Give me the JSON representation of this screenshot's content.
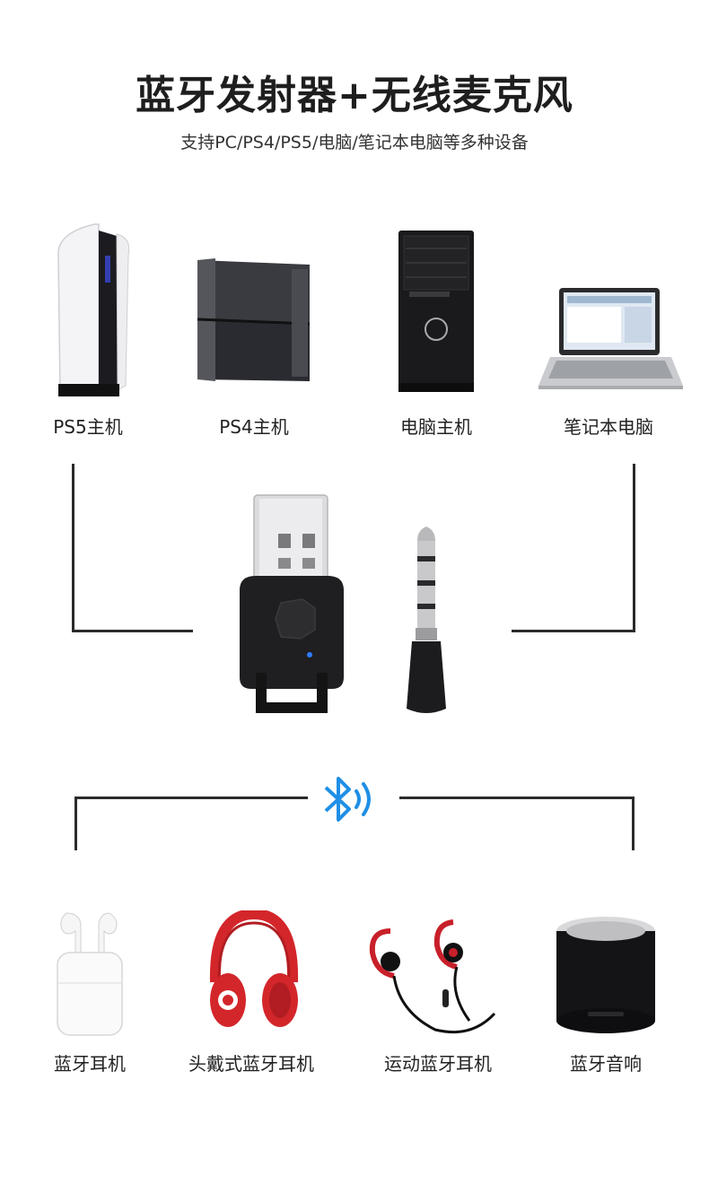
{
  "header": {
    "title": "蓝牙发射器+无线麦克风",
    "subtitle": "支持PC/PS4/PS5/电脑/笔记本电脑等多种设备"
  },
  "sources": [
    {
      "label": "PS5主机",
      "icon": "ps5-console-icon"
    },
    {
      "label": "PS4主机",
      "icon": "ps4-console-icon"
    },
    {
      "label": "电脑主机",
      "icon": "desktop-tower-icon"
    },
    {
      "label": "笔记本电脑",
      "icon": "laptop-icon"
    }
  ],
  "center": {
    "adapter_icon": "usb-bluetooth-adapter-icon",
    "mic_icon": "3.5mm-microphone-icon",
    "bluetooth_icon": "bluetooth-signal-icon"
  },
  "outputs": [
    {
      "label": "蓝牙耳机",
      "icon": "earbuds-icon"
    },
    {
      "label": "头戴式蓝牙耳机",
      "icon": "headphones-icon"
    },
    {
      "label": "运动蓝牙耳机",
      "icon": "sport-earphones-icon"
    },
    {
      "label": "蓝牙音响",
      "icon": "speaker-icon"
    }
  ],
  "colors": {
    "bluetooth": "#1f8fe6",
    "headphone_red": "#d3262b",
    "line": "#2b2b2b"
  }
}
